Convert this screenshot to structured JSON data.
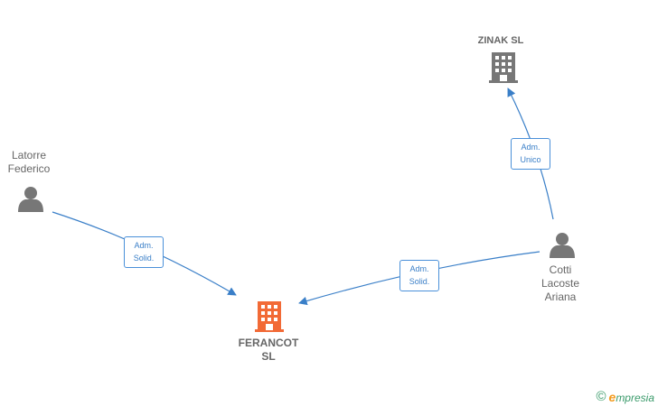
{
  "nodes": {
    "latorre": {
      "line1": "Latorre",
      "line2": "Federico"
    },
    "zinak": {
      "line1": "ZINAK  SL"
    },
    "ferancot": {
      "line1": "FERANCOT",
      "line2": "SL"
    },
    "cotti": {
      "line1": "Cotti",
      "line2": "Lacoste",
      "line3": "Ariana"
    }
  },
  "edges": {
    "latorre_ferancot": {
      "line1": "Adm.",
      "line2": "Solid."
    },
    "cotti_zinak": {
      "line1": "Adm.",
      "line2": "Unico"
    },
    "cotti_ferancot": {
      "line1": "Adm.",
      "line2": "Solid."
    }
  },
  "watermark": {
    "copyright": "©",
    "brand_initial": "e",
    "brand_rest": "mpresia"
  },
  "colors": {
    "edge": "#3a7fc8",
    "person_icon": "#777777",
    "company_icon": "#777777",
    "focus_company_icon": "#f26a36"
  }
}
